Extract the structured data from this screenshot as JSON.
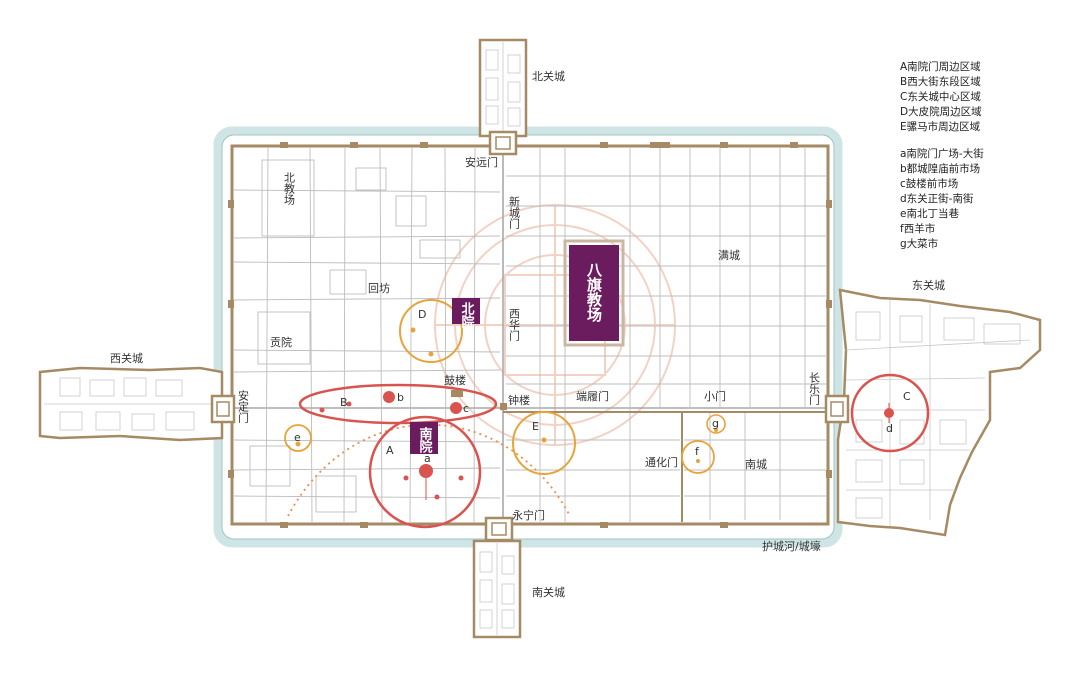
{
  "map": {
    "colors": {
      "wall": "#a68a64",
      "moat": "#cfe4e4",
      "street": "#b9b9b9",
      "purple": "#6b1c5f",
      "red": "#d9534f",
      "orange": "#e8a33a",
      "dotted": "#ef8a50",
      "watermark": "#f3d2c6"
    },
    "suburbs": {
      "north": "北关城",
      "south": "南关城",
      "west": "西关城",
      "east": "东关城"
    },
    "gates": {
      "anyuan": "安远门",
      "anding": "安定门",
      "yongning": "永宁门",
      "changle": "长乐门",
      "xiaomen": "小门",
      "duanlv": "端履门",
      "tonghua": "通化门",
      "xinchengmen": "新城门",
      "xihuamen": "西华门"
    },
    "places": {
      "beijiaochang": "北教场",
      "huifang": "回坊",
      "gongyuan": "贡院",
      "manchen": "满城",
      "nancheng": "南城",
      "gulou": "鼓楼",
      "zhonglou": "钟楼",
      "moat_label": "护城河/城壕"
    },
    "badges": {
      "beiyuan": "北院",
      "nanyuan": "南院",
      "baqi": "八旗教场"
    },
    "area_markers": [
      "A",
      "B",
      "C",
      "D",
      "E"
    ],
    "point_markers": [
      "a",
      "b",
      "c",
      "d",
      "e",
      "f",
      "g"
    ],
    "legend_upper": [
      "A南院门周边区域",
      "B西大街东段区域",
      "C东关城中心区域",
      "D大皮院周边区域",
      "E骡马市周边区域"
    ],
    "legend_lower": [
      "a南院门广场-大街",
      "b都城隍庙前市场",
      "c鼓楼前市场",
      "d东关正街-南街",
      "e南北丁当巷",
      "f西羊市",
      "g大菜市"
    ]
  }
}
